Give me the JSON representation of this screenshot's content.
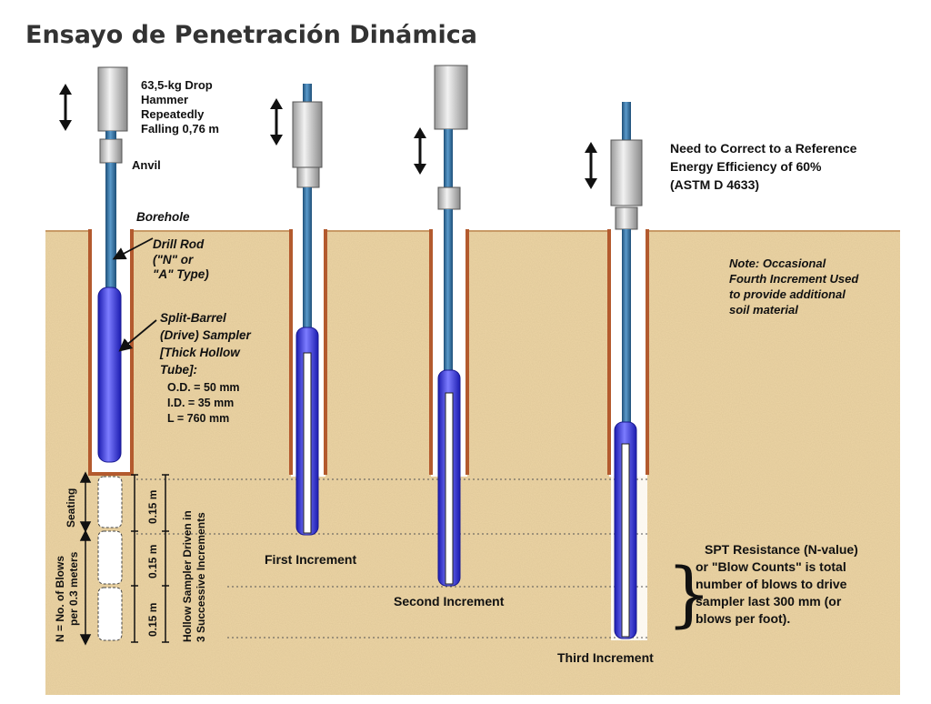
{
  "title": "Ensayo de Penetración Dinámica",
  "labels": {
    "hammer": [
      "63,5-kg Drop",
      "Hammer",
      "Repeatedly",
      "Falling 0,76 m"
    ],
    "anvil": "Anvil",
    "borehole": "Borehole",
    "drill_rod": [
      "Drill Rod",
      "(\"N\" or",
      "\"A\" Type)"
    ],
    "sampler": [
      "Split-Barrel",
      "(Drive) Sampler",
      "[Thick Hollow",
      "Tube]:"
    ],
    "dims": [
      "O.D. = 50 mm",
      "I.D. = 35 mm",
      "L =  760 mm"
    ],
    "correct": [
      "Need to Correct to a Reference",
      "Energy Efficiency of 60%",
      "(ASTM D 4633)"
    ],
    "note": [
      "Note: Occasional",
      "Fourth Increment Used",
      "to provide additional",
      "soil material"
    ],
    "seating": "Seating",
    "n_def": [
      "N = No. of Blows",
      "per 0.3 meters"
    ],
    "increment_depth": "0.15 m",
    "hollow": [
      "Hollow Sampler Driven in",
      "3 Successive Increments"
    ],
    "first": "First Increment",
    "second": "Second Increment",
    "third": "Third Increment",
    "spt": [
      "SPT Resistance (N-value)",
      "or \"Blow Counts\" is total",
      "number of blows to drive",
      "sampler last 300 mm (or",
      "blows per foot)."
    ]
  },
  "colors": {
    "soil": "#edd5a5",
    "borehole_wall": "#b35a2e",
    "rod": "#2f6d9e",
    "sampler": "#3232d8",
    "hammer": "#c8c8c8"
  }
}
